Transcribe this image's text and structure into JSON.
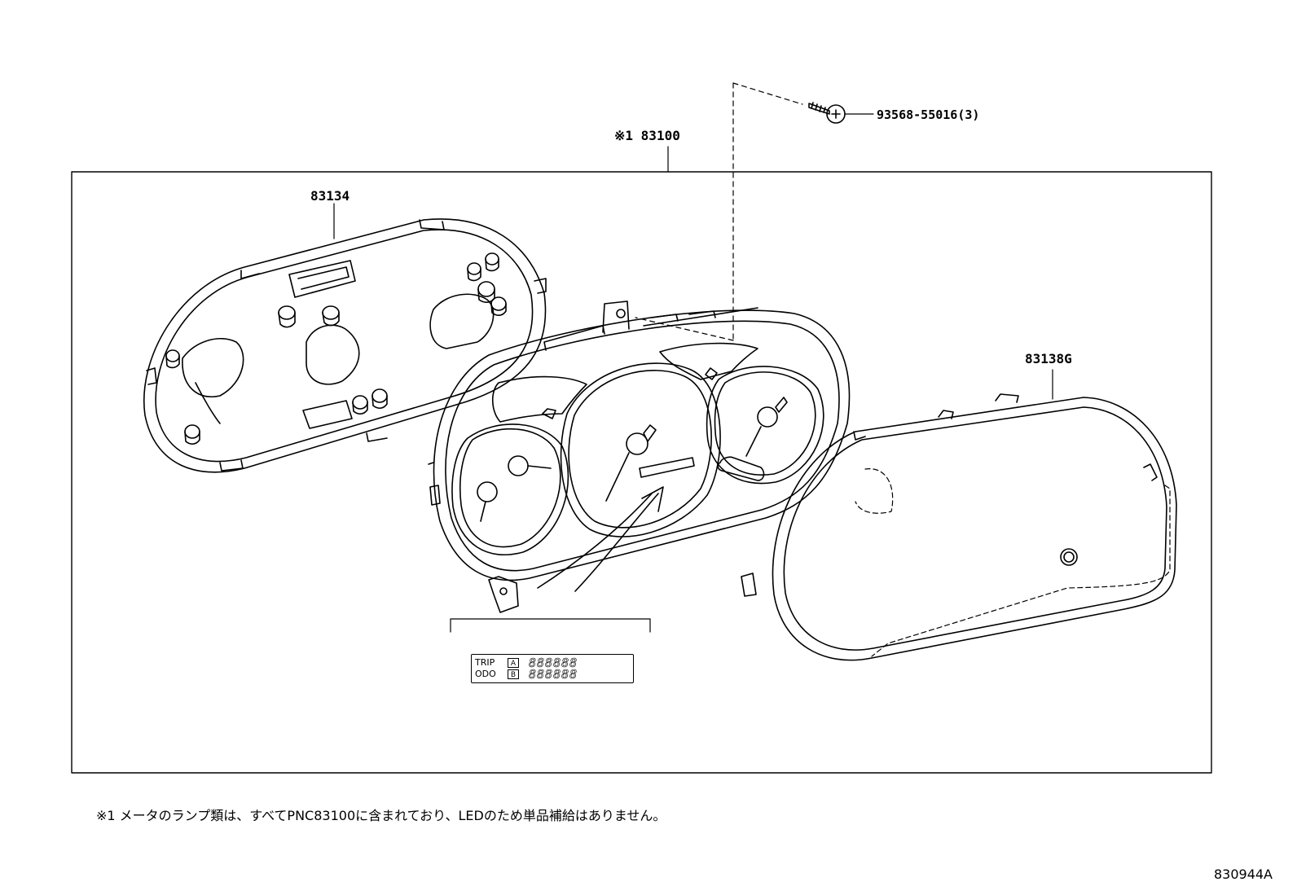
{
  "labels": {
    "assembly": "※1 83100",
    "rear_case": "83134",
    "cover": "83138G",
    "screw": "93568-55016(3)"
  },
  "lcd": {
    "trip_label": "TRIP",
    "odo_label": "ODO",
    "a_label": "A",
    "b_label": "B",
    "digits_top": "888888",
    "digits_bottom": "888888"
  },
  "footnote": "※1 メータのランプ類は、すべてPNC83100に含まれており、LEDのため単品補給はありません。",
  "illustration_id": "830944A"
}
